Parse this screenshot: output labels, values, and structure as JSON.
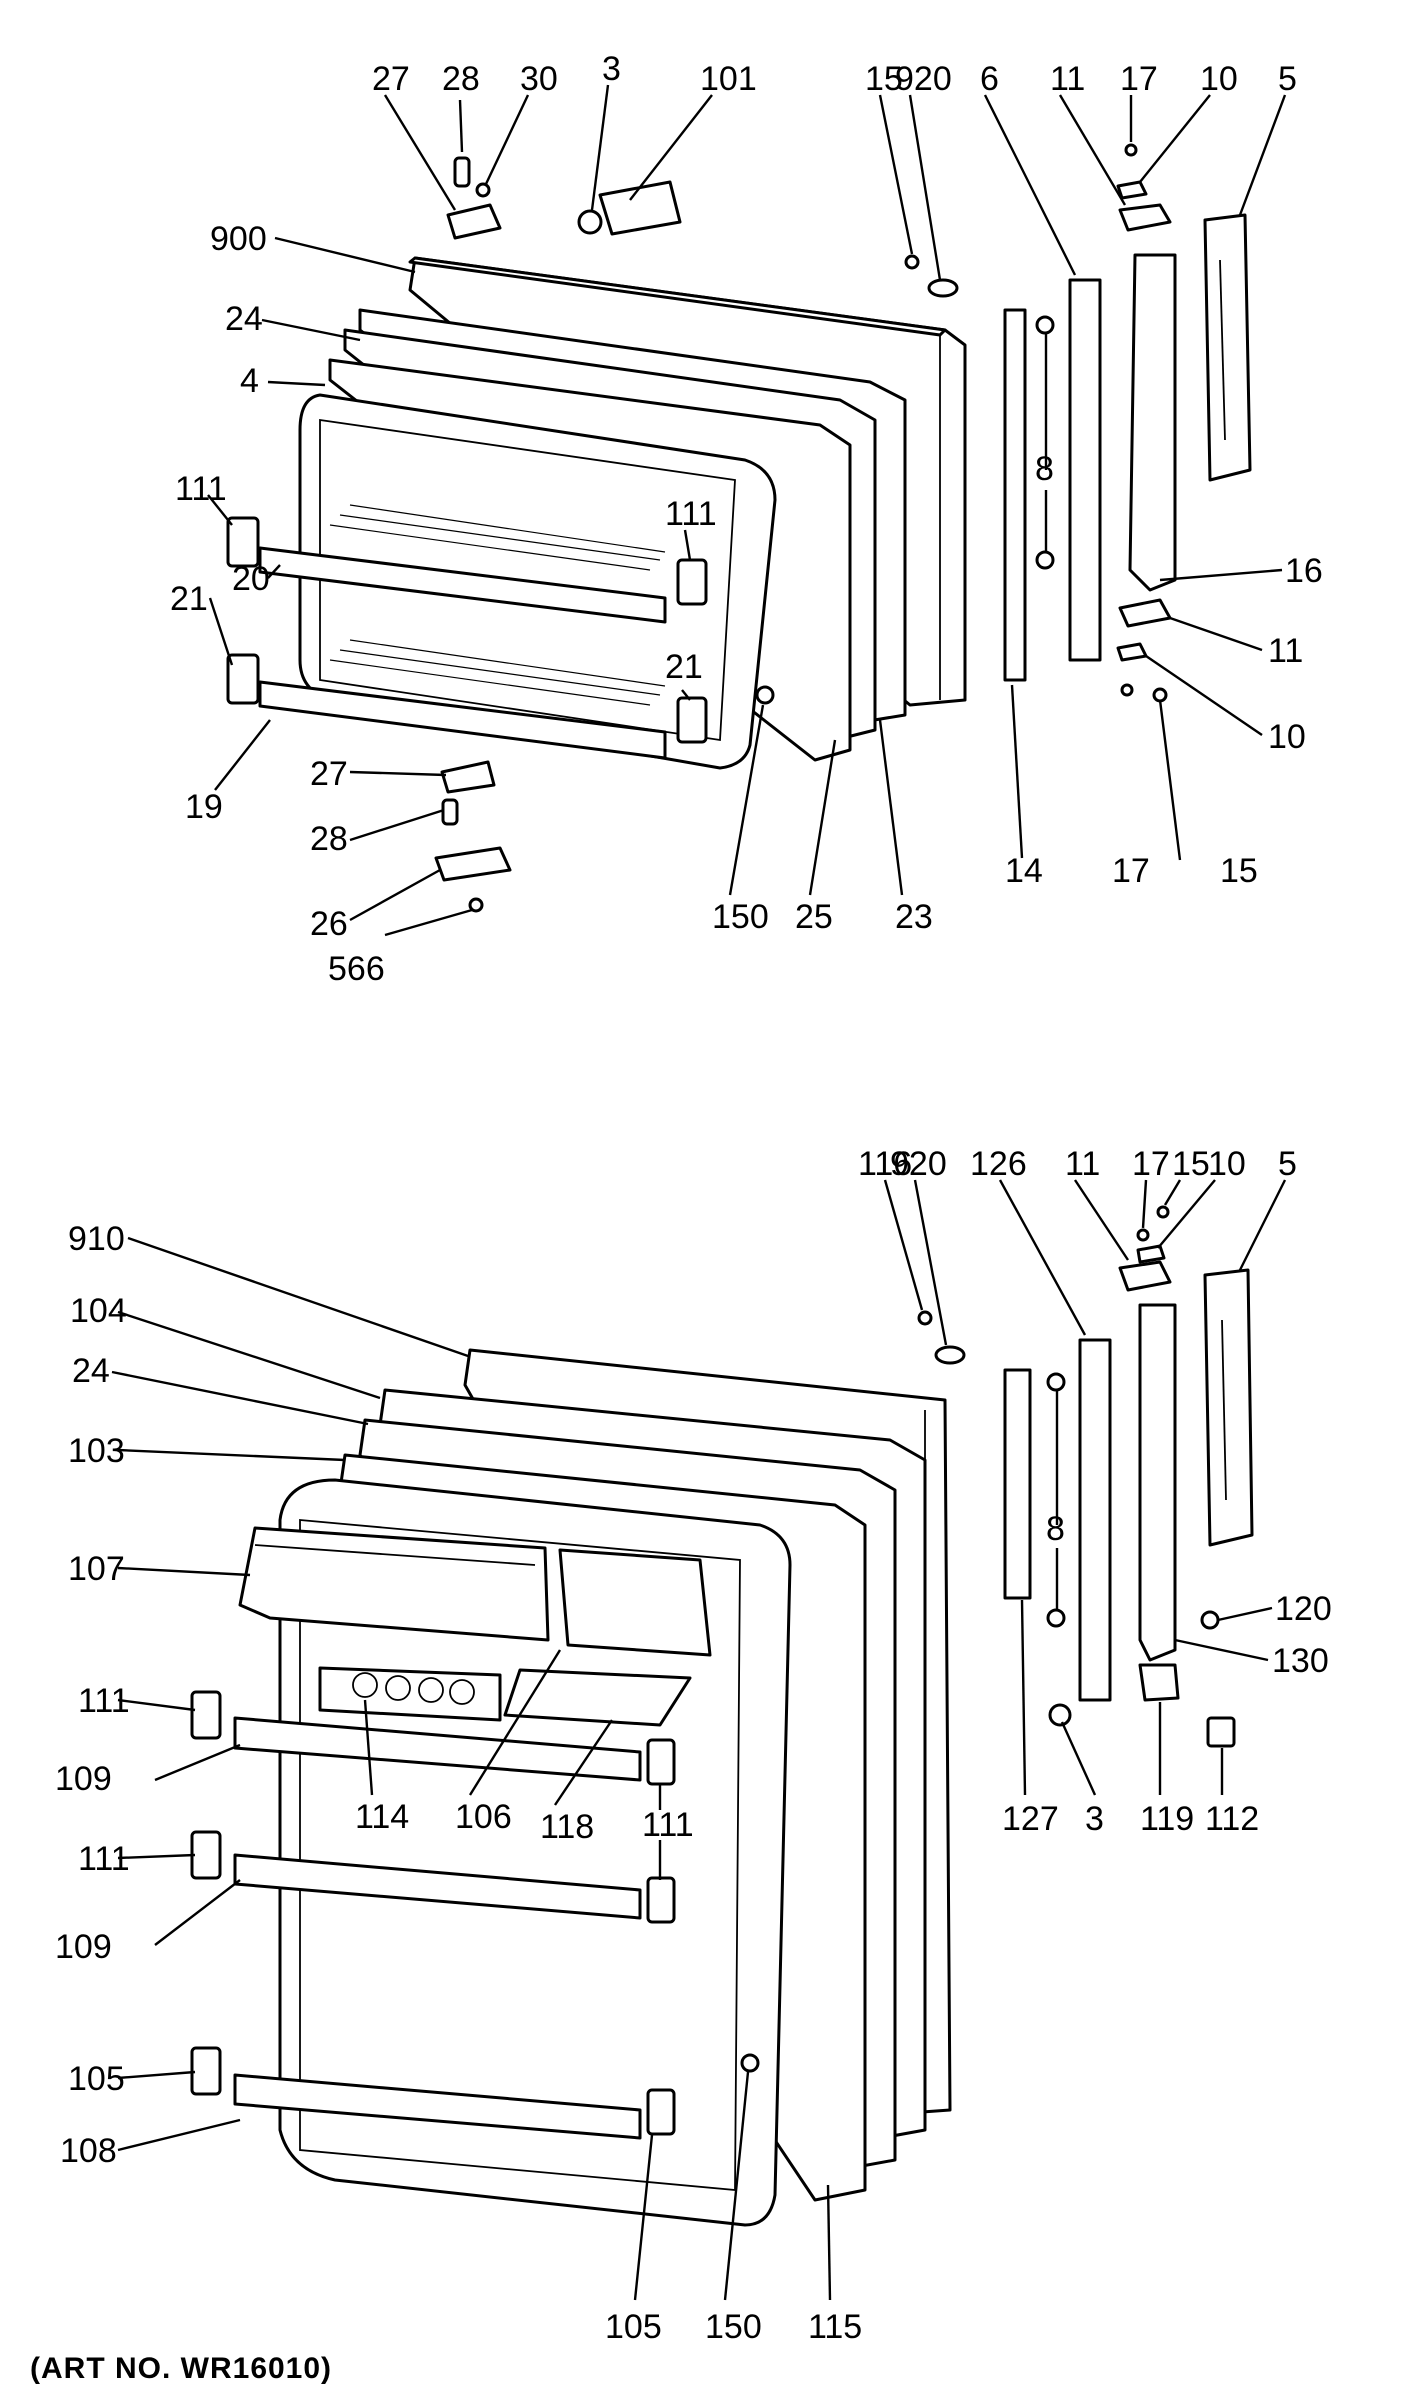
{
  "art_number": "(ART NO. WR16010)",
  "freezer_door": {
    "callouts": [
      "27",
      "28",
      "30",
      "3",
      "101",
      "15",
      "920",
      "6",
      "11",
      "17",
      "10",
      "5",
      "900",
      "24",
      "4",
      "111",
      "111",
      "21",
      "21",
      "20",
      "19",
      "8",
      "16",
      "11",
      "10",
      "27",
      "28",
      "26",
      "566",
      "150",
      "25",
      "23",
      "14",
      "17",
      "15"
    ]
  },
  "fresh_food_door": {
    "callouts": [
      "116",
      "920",
      "126",
      "11",
      "17",
      "15",
      "10",
      "5",
      "910",
      "104",
      "24",
      "103",
      "107",
      "111",
      "109",
      "114",
      "106",
      "118",
      "111",
      "111",
      "109",
      "105",
      "108",
      "8",
      "120",
      "130",
      "127",
      "3",
      "119",
      "112",
      "105",
      "150",
      "115"
    ]
  }
}
